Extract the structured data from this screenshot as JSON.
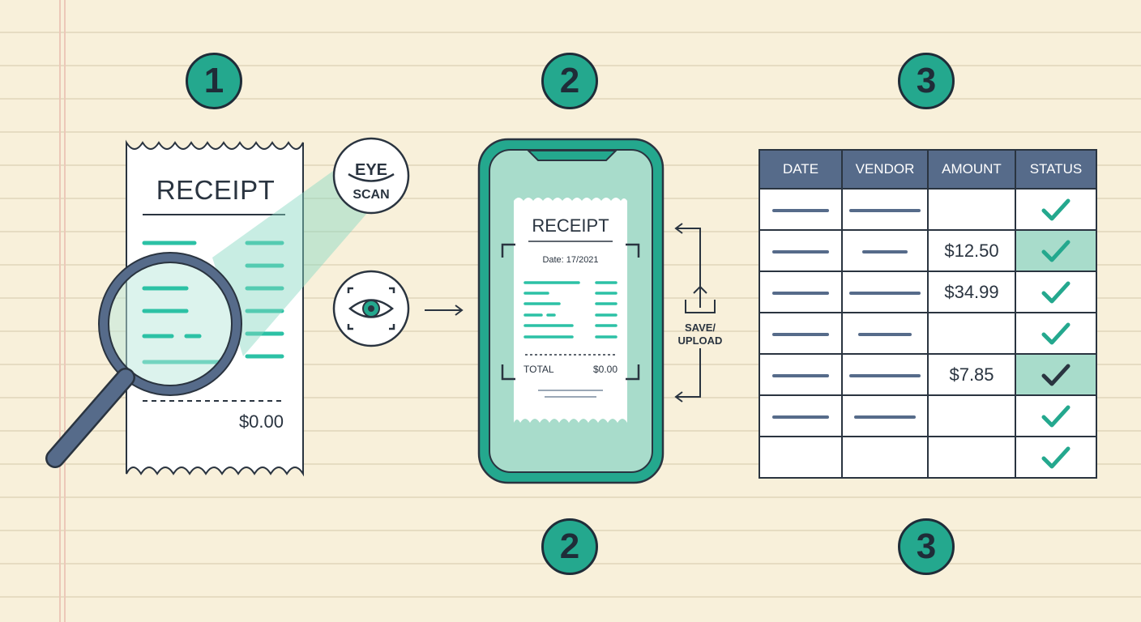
{
  "steps": {
    "step1_label": "1",
    "step2_label": "2",
    "step3_label": "3",
    "step2_bottom_label": "2",
    "step3_bottom_label": "3"
  },
  "receipt": {
    "title": "RECEIPT",
    "total": "$0.00"
  },
  "eye_scan": {
    "line1": "EYE",
    "line2": "SCAN"
  },
  "phone": {
    "receipt_title": "RECEIPT",
    "date": "Date: 17/2021",
    "total_label": "TOTAL",
    "total_value": "$0.00"
  },
  "save_upload": {
    "line1": "SAVE/",
    "line2": "UPLOAD"
  },
  "ledger": {
    "headers": [
      "DATE",
      "VENDOR",
      "AMOUNT",
      "STATUS"
    ],
    "amounts": [
      "",
      "$12.50",
      "$34.99",
      "",
      "$7.85",
      "",
      ""
    ]
  },
  "colors": {
    "accent": "#24a88e",
    "header": "#566b8a",
    "ink": "#2a3440",
    "highlight": "#a8dccb"
  }
}
